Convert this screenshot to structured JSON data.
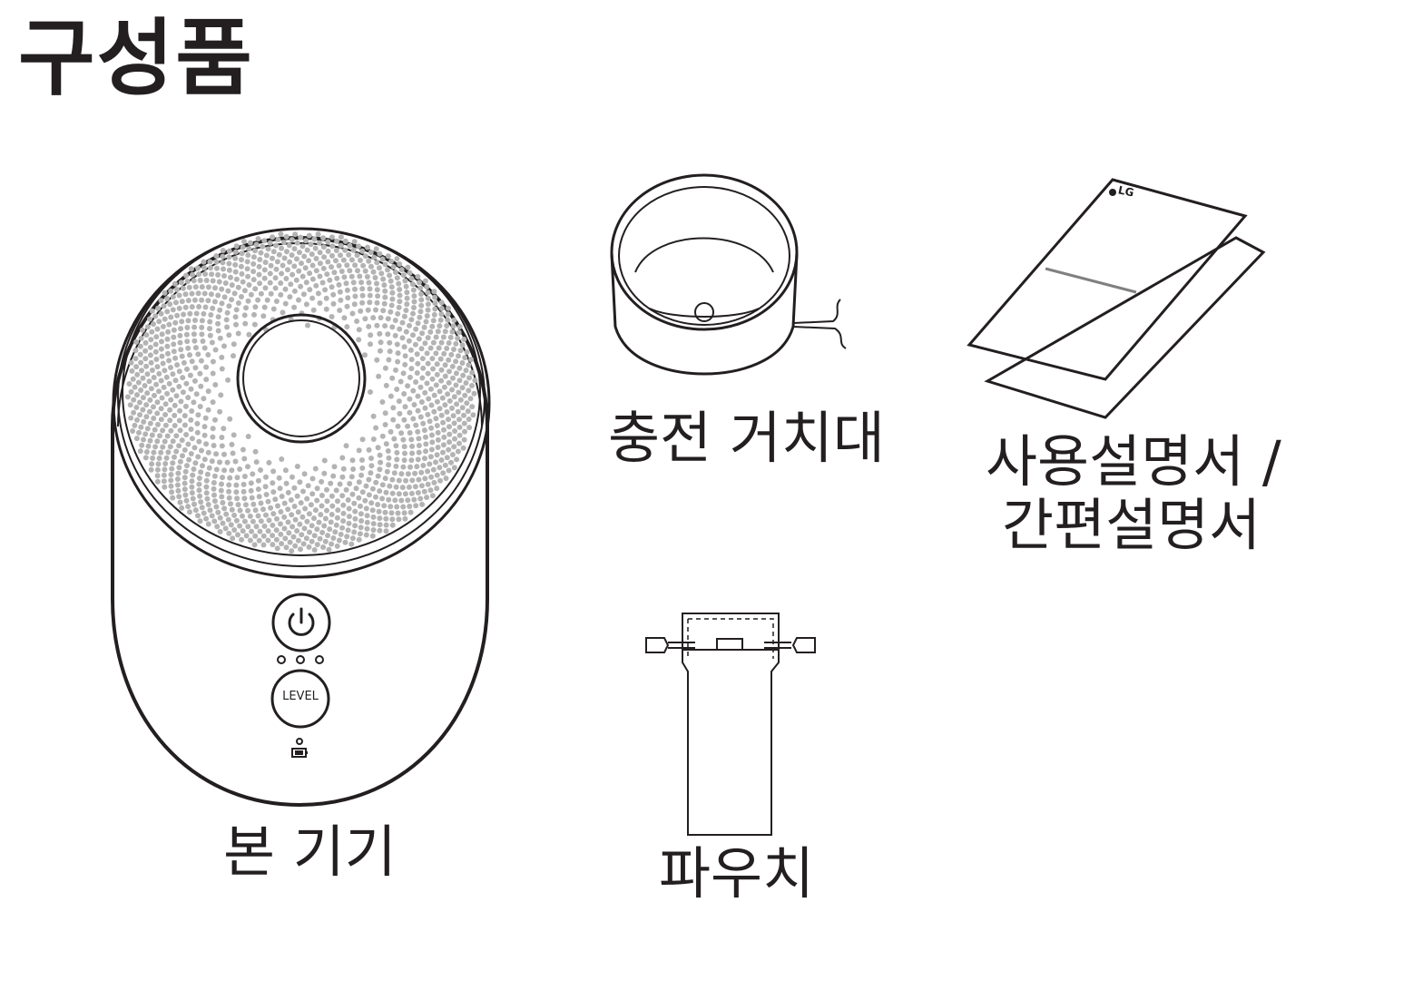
{
  "page": {
    "title": "구성품"
  },
  "items": {
    "main_unit": {
      "label": "본 기기",
      "power_icon": "power-icon",
      "level_button": "LEVEL",
      "battery_icon": "battery-icon"
    },
    "charging_cradle": {
      "label": "충전 거치대"
    },
    "manuals": {
      "label_line1": "사용설명서 /",
      "label_line2": "간편설명서",
      "brand": "LG"
    },
    "pouch": {
      "label": "파우치"
    }
  },
  "colors": {
    "line": "#231f20",
    "dots": "#b3b3b3",
    "background": "#ffffff"
  }
}
